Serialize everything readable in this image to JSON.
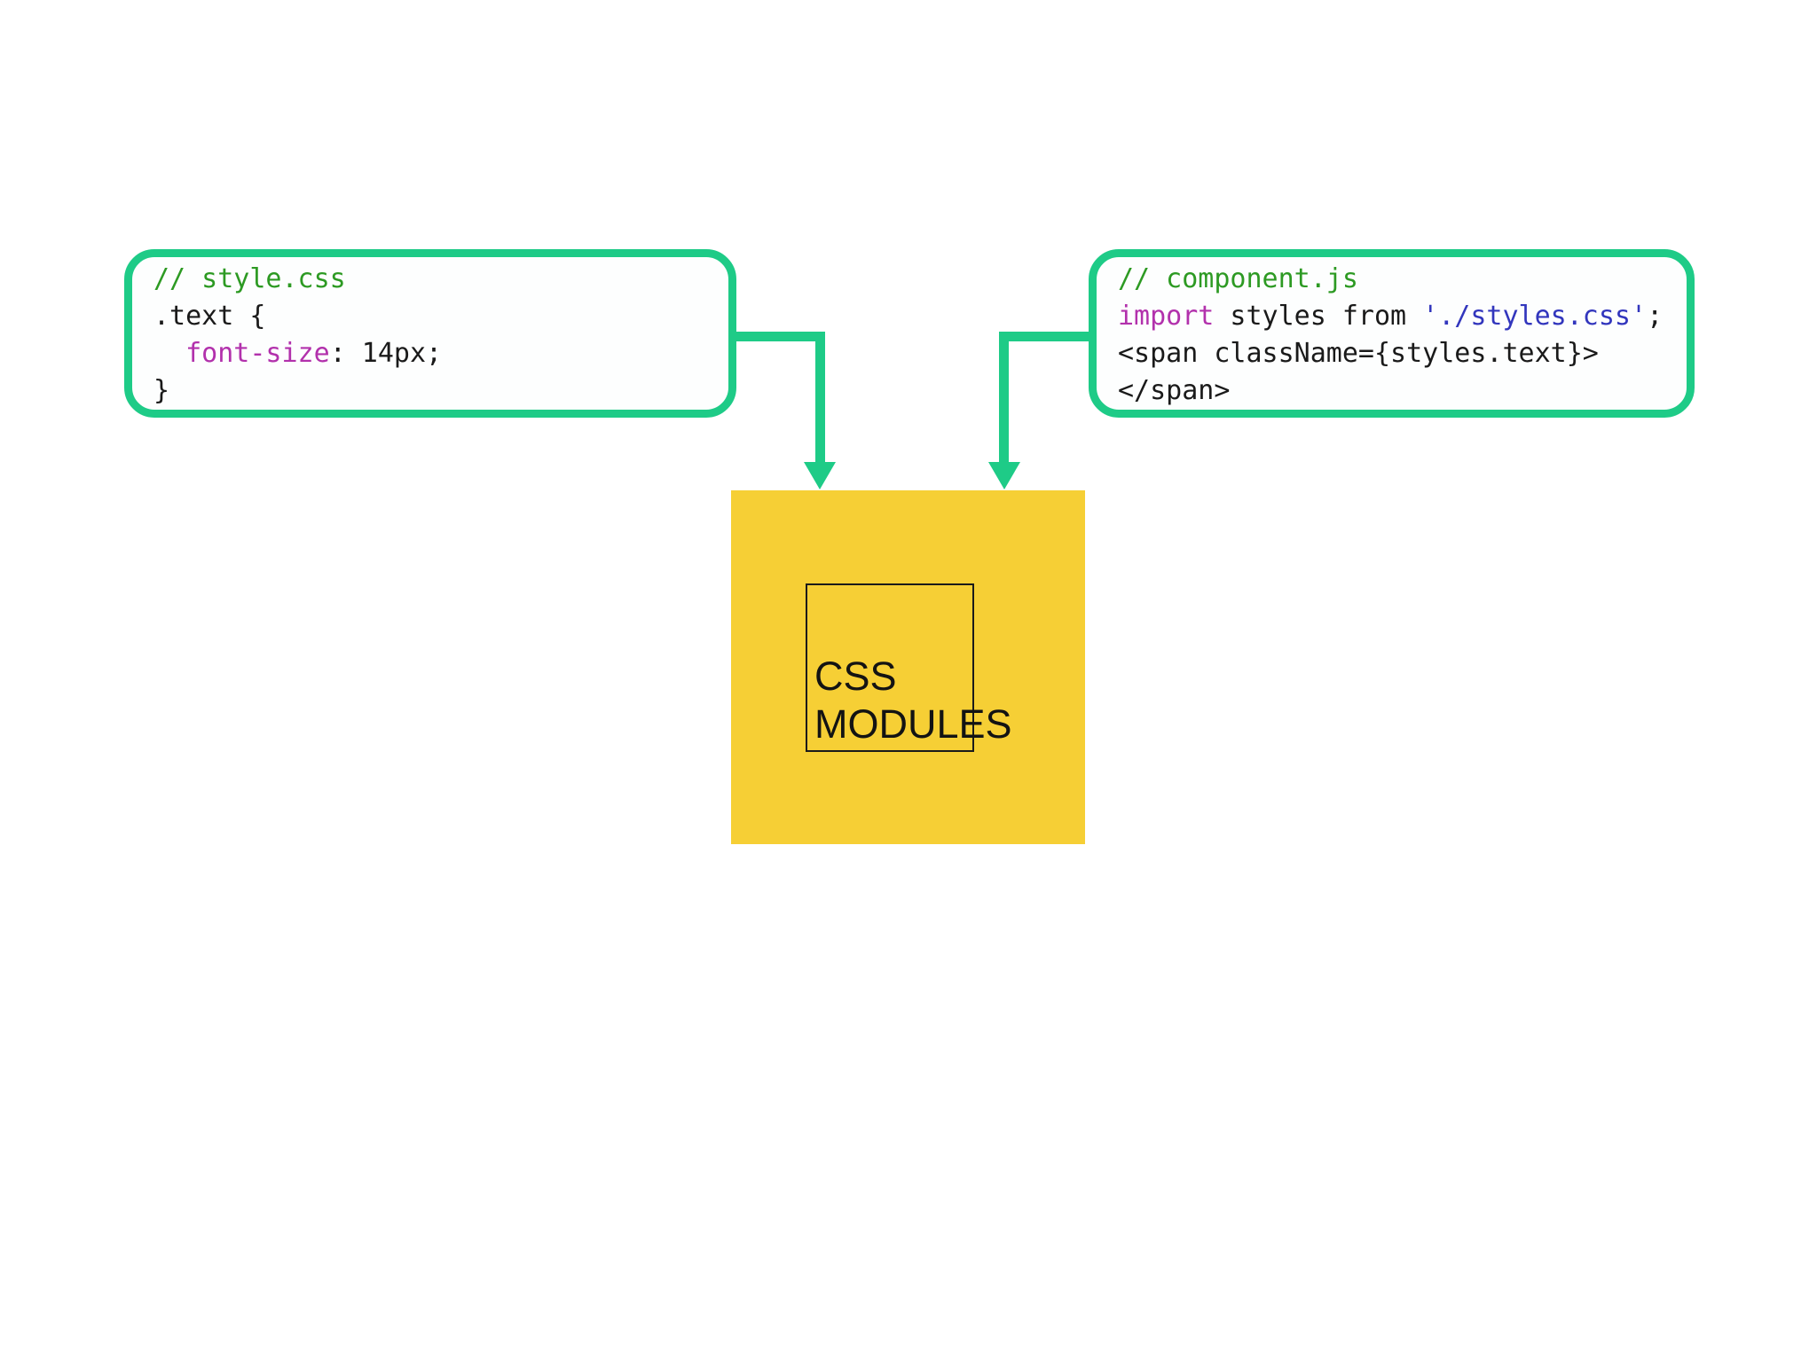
{
  "colors": {
    "green": "#1ecb87",
    "yellow": "#f6cf35",
    "ink": "#1a1a1a",
    "tokens": {
      "comment": "#2d9a23",
      "keyword": "#b231ac",
      "property": "#b231ac",
      "string": "#3236bd",
      "plain": "#1a1a1a"
    }
  },
  "left_box": {
    "file_label": "style.css",
    "lines": [
      [
        {
          "t": "// style.css",
          "c": "comment"
        }
      ],
      [
        {
          "t": ".text {",
          "c": "plain"
        }
      ],
      [
        {
          "t": "  ",
          "c": "plain"
        },
        {
          "t": "font-size",
          "c": "property"
        },
        {
          "t": ": 14px;",
          "c": "plain"
        }
      ],
      [
        {
          "t": "}",
          "c": "plain"
        }
      ]
    ]
  },
  "right_box": {
    "file_label": "component.js",
    "lines": [
      [
        {
          "t": "// component.js",
          "c": "comment"
        }
      ],
      [
        {
          "t": "import",
          "c": "keyword"
        },
        {
          "t": " styles from ",
          "c": "plain"
        },
        {
          "t": "'./styles.css'",
          "c": "string"
        },
        {
          "t": ";",
          "c": "plain"
        }
      ],
      [
        {
          "t": "<span className={styles.text}>",
          "c": "plain"
        }
      ],
      [
        {
          "t": "</span>",
          "c": "plain"
        }
      ]
    ]
  },
  "logo": {
    "line1": "CSS",
    "line2": "MODULES"
  }
}
